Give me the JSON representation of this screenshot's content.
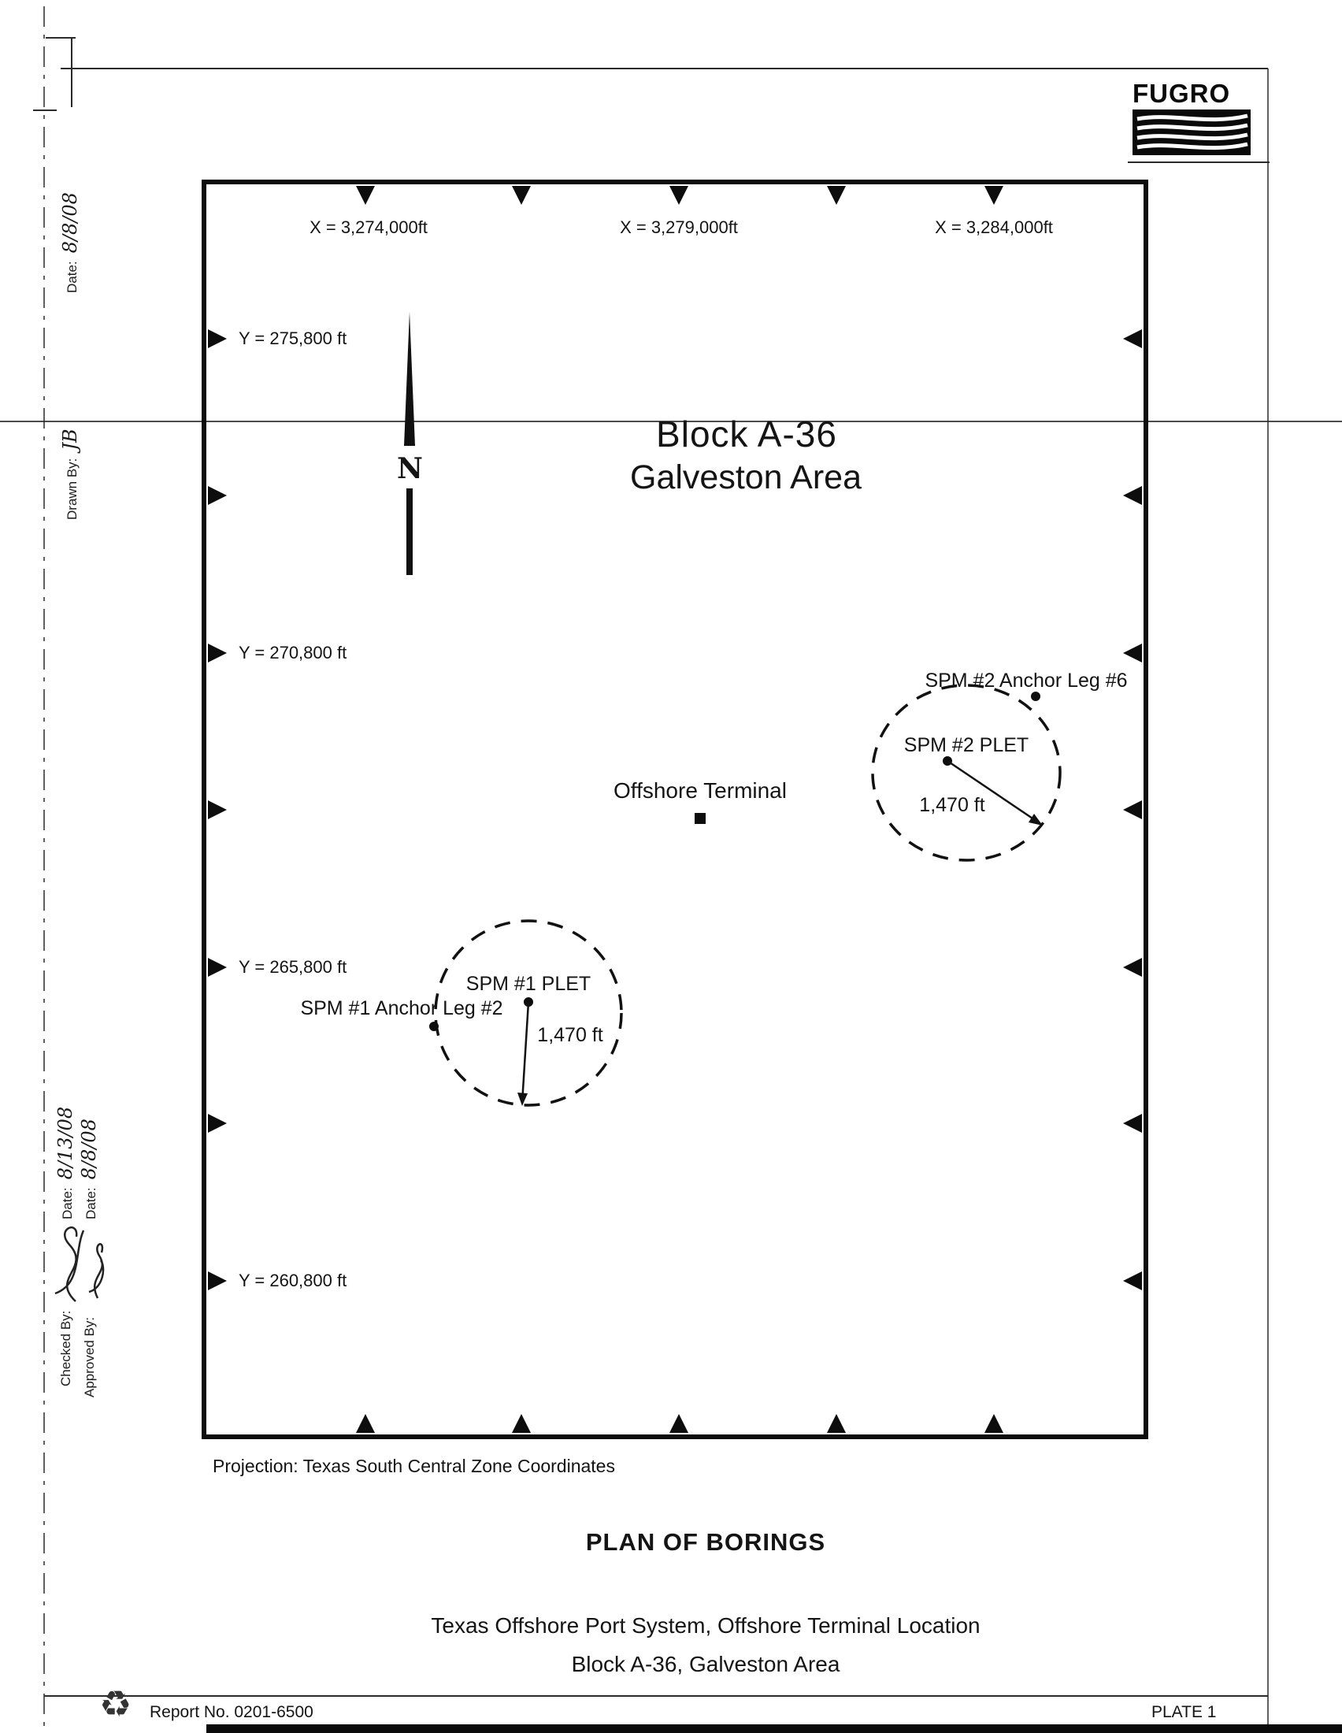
{
  "page": {
    "brand": "FUGRO",
    "left_titleblock": {
      "date_top_label": "Date:",
      "date_top_value": "8/8/08",
      "drawn_by_label": "Drawn By:",
      "drawn_by_value": "JB",
      "checked_date_label": "Date:",
      "checked_date_value": "8/13/08",
      "approved_date_label": "Date:",
      "approved_date_value": "8/8/08",
      "checked_by_label": "Checked By:",
      "approved_by_label": "Approved By:"
    },
    "recycle_icon": "♻"
  },
  "map": {
    "x_axis_labels": [
      "X = 3,274,000ft",
      "X = 3,279,000ft",
      "X = 3,284,000ft"
    ],
    "y_axis_labels": [
      "Y = 275,800 ft",
      "Y = 270,800 ft",
      "Y = 265,800 ft",
      "Y = 260,800 ft"
    ],
    "north_label": "N",
    "block_title_line1": "Block A-36",
    "block_title_line2": "Galveston Area",
    "offshore_terminal_label": "Offshore Terminal",
    "spm2_anchor_label": "SPM #2 Anchor Leg #6",
    "spm2_plet_label": "SPM #2 PLET",
    "spm2_radius_label": "1,470 ft",
    "spm1_anchor_label": "SPM #1 Anchor Leg #2",
    "spm1_plet_label": "SPM #1 PLET",
    "spm1_radius_label": "1,470 ft"
  },
  "footer": {
    "projection_note": "Projection:  Texas South Central Zone Coordinates",
    "drawing_title": "PLAN OF BORINGS",
    "drawing_subtitle_line1": "Texas Offshore Port System, Offshore Terminal Location",
    "drawing_subtitle_line2": "Block A-36, Galveston Area",
    "report_no": "Report No. 0201-6500",
    "plate_no": "PLATE 1"
  }
}
